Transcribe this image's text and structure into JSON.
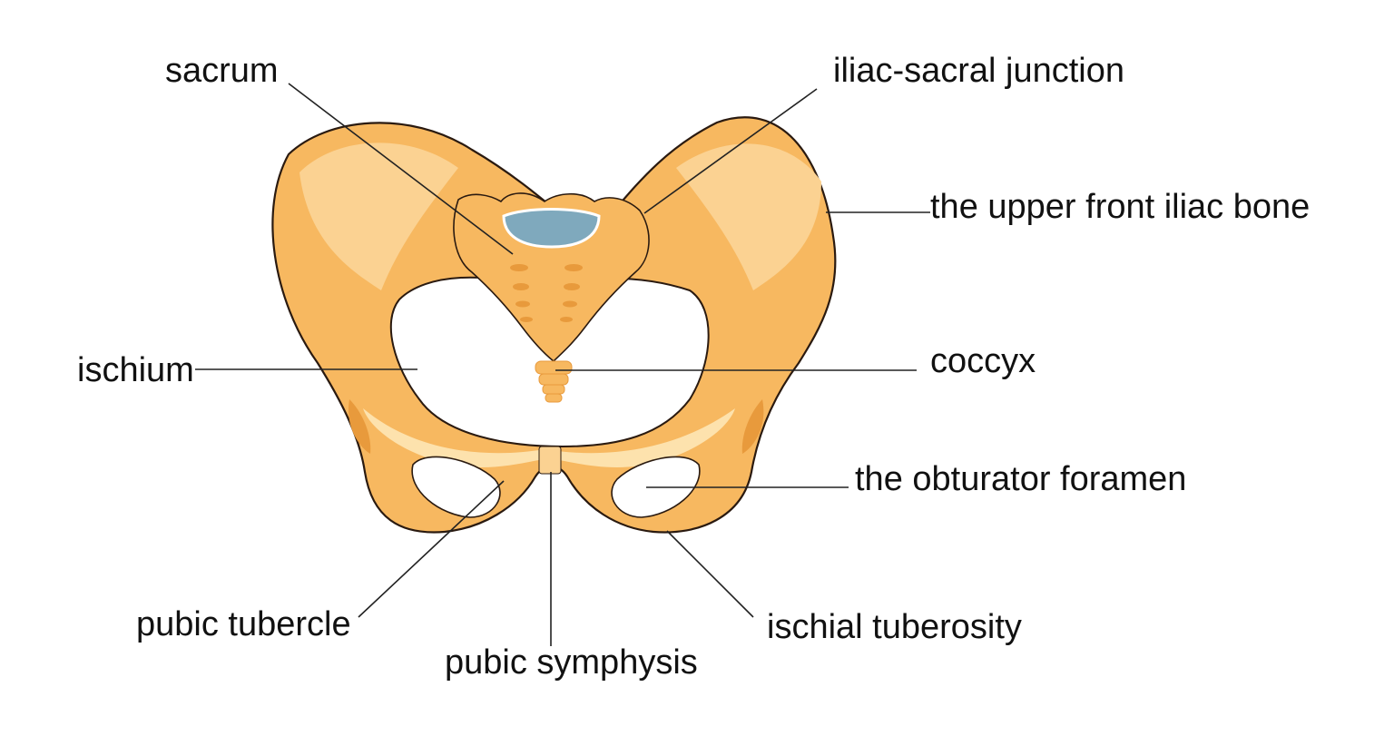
{
  "colors": {
    "bone": "#f7b860",
    "bone_light": "#fbd292",
    "bone_pale": "#fde2ad",
    "bone_dark": "#e89a3c",
    "outline": "#2a1a10",
    "cartilage": "#7fa9bd",
    "background": "#ffffff"
  },
  "labels": {
    "sacrum": "sacrum",
    "iliac_sacral_junction": "iliac-sacral junction",
    "upper_front_iliac_bone": "the upper front iliac bone",
    "ischium": "ischium",
    "coccyx": "coccyx",
    "obturator_foramen": "the obturator foramen",
    "pubic_tubercle": "pubic tubercle",
    "ischial_tuberosity": "ischial tuberosity",
    "pubic_symphysis": "pubic symphysis"
  }
}
